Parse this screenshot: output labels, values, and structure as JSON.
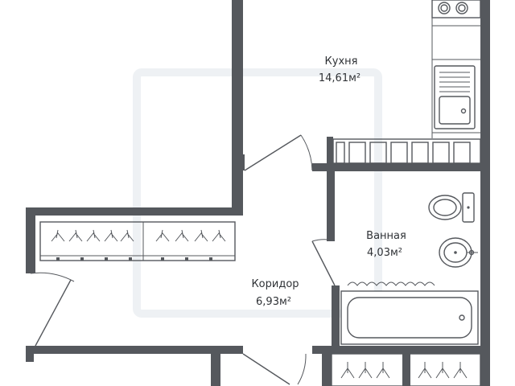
{
  "rooms": {
    "kitchen": {
      "name": "Кухня",
      "area": "14,61м²"
    },
    "bathroom": {
      "name": "Ванная",
      "area": "4,03м²"
    },
    "corridor": {
      "name": "Коридор",
      "area": "6,93м²"
    }
  },
  "colors": {
    "wall": "#55585d",
    "text": "#2f3236",
    "background": "#ffffff"
  }
}
